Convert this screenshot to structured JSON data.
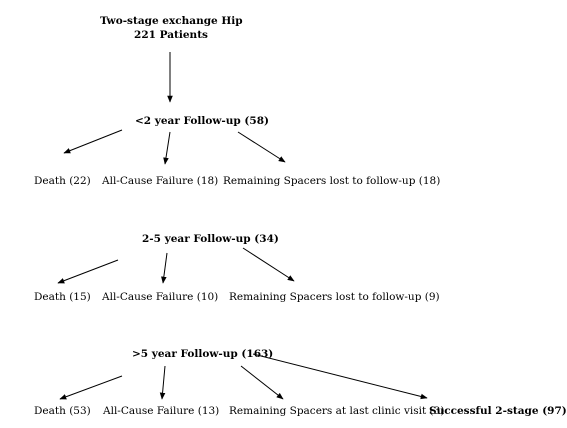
{
  "root": {
    "title": "Two-stage exchange Hip",
    "patients": "221 Patients"
  },
  "groups": [
    {
      "label": "<2 year Follow-up (58)",
      "outcomes": [
        "Death (22)",
        "All-Cause Failure (18)",
        "Remaining Spacers lost to follow-up (18)"
      ]
    },
    {
      "label": "2-5 year Follow-up (34)",
      "outcomes": [
        "Death (15)",
        "All-Cause Failure (10)",
        "Remaining Spacers lost to follow-up (9)"
      ]
    },
    {
      "label": ">5 year Follow-up (163)",
      "outcomes": [
        "Death (53)",
        "All-Cause Failure (13)",
        "Remaining Spacers at last clinic visit (3)",
        "Successful 2-stage (97)"
      ]
    }
  ]
}
